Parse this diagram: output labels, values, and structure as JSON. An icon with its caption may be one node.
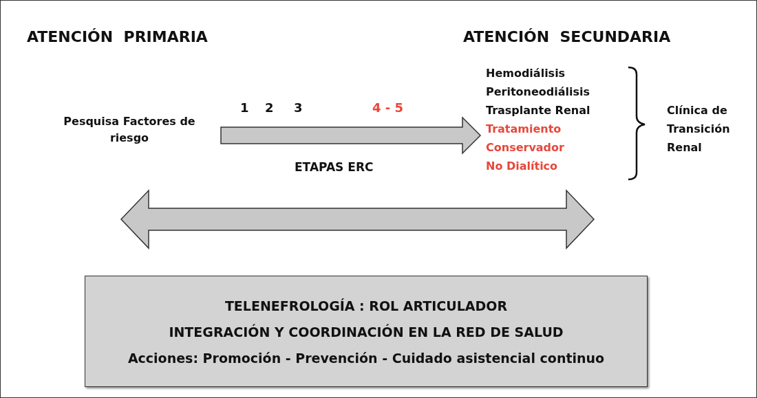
{
  "diagram": {
    "nodes": [
      {
        "text": [
          "Pesquisa Factores de riesgo"
        ]
      },
      {
        "text": [
          "Hemodiálisis",
          "Peritoneodiálisis",
          "Trasplante Renal",
          "Tratamiento Conservador No Dialítico"
        ]
      },
      {
        "text": [
          "Clínica de Transición Renal"
        ]
      },
      {
        "text": [
          "TELENEFROLOGÍA : ROL ARTICULADOR",
          "INTEGRACIÓN Y COORDINACIÓN EN LA RED DE SALUD",
          "Acciones:  Promoción - Prevención -  Cuidado asistencial continuo"
        ]
      }
    ],
    "edges": [
      {
        "from": 0,
        "to": 1,
        "arrow": "to"
      }
    ],
    "labels": [
      "ATENCIÓN  PRIMARIA",
      "ATENCIÓN  SECUNDARIA",
      "1",
      "2",
      "3",
      "4 - 5",
      "ETAPAS ERC"
    ]
  }
}
